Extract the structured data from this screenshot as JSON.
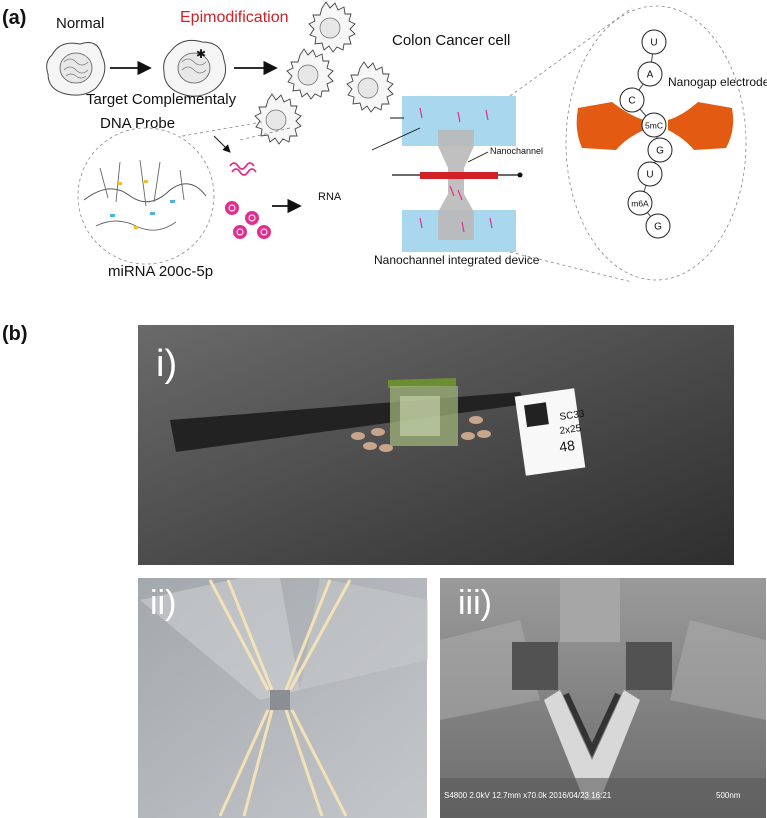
{
  "panel_a": {
    "label": "(a)",
    "normal": "Normal",
    "epimodification": "Epimodification",
    "colon_cancer": "Colon Cancer cell",
    "target_line1": "Target Complementaly",
    "target_line2": "DNA Probe",
    "rna": "RNA",
    "mirna": "miRNA 200c-5p",
    "nanochannel": "Nanochannel",
    "device": "Nanochannel integrated device",
    "nanogap": "Nanogap electrode",
    "bases": [
      "U",
      "A",
      "C",
      "5mC",
      "G",
      "U",
      "m6A",
      "G"
    ],
    "colors": {
      "epimod_red": "#d32027",
      "electrode_orange": "#e35a12",
      "fluid_blue": "#a9d7ee",
      "probe_pink": "#e0308f"
    }
  },
  "panel_b": {
    "label": "(b)",
    "photo_i_label": "i)",
    "photo_ii_label": "ii)",
    "photo_iii_label": "iii)",
    "chip_text": [
      "SC33",
      "2x25",
      "48"
    ],
    "sem_caption": "S4800 2.0kV 12.7mm x70.0k 2016/04/23 16:21",
    "sem_scale": "500nm"
  }
}
